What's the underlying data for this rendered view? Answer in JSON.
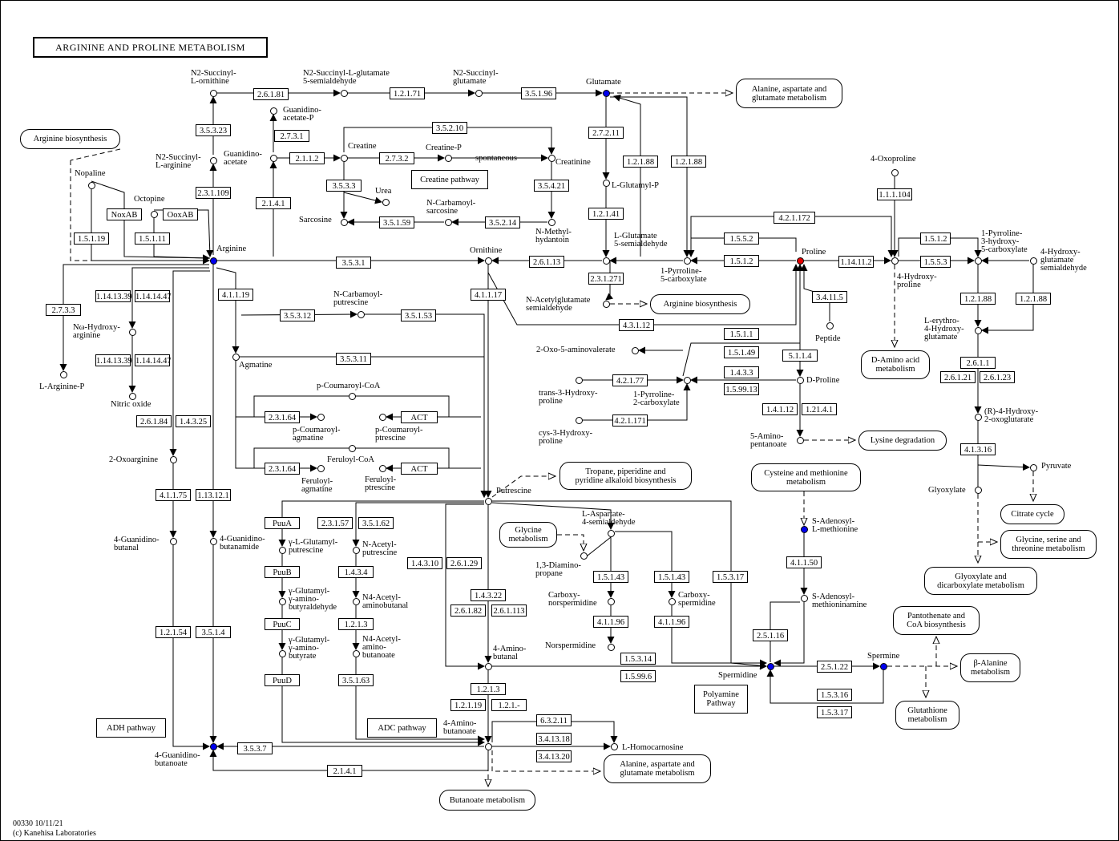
{
  "title": "ARGININE AND PROLINE METABOLISM",
  "footer": {
    "code": "00330 10/11/21",
    "copyright": "(c) Kanehisa Laboratories"
  },
  "colors": {
    "mapped_blue": "#0000ee",
    "mapped_red": "#e60000",
    "line": "#000000"
  },
  "compounds": [
    "N2-Succinyl-\nL-ornithine",
    "N2-Succinyl-L-glutamate\n5-semialdehyde",
    "N2-Succinyl-\nglutamate",
    "Glutamate",
    "Guanidino-\nacetate-P",
    "N2-Succinyl-\nL-arginine",
    "Guanidino-\nacetate",
    "Creatine",
    "Creatine-P",
    "spontaneous",
    "Creatinine",
    "Nopaline",
    "Octopine",
    "Urea",
    "Sarcosine",
    "N-Carbamoyl-\nsarcosine",
    "N-Methyl-\nhydantoin",
    "L-Glutamyl-P",
    "L-Glutamate\n5-semialdehyde",
    "4-Oxoproline",
    "Arginine",
    "Ornithine",
    "1-Pyrroline-\n5-carboxylate",
    "Proline",
    "4-Hydroxy-\nproline",
    "1-Pyrroline-\n3-hydroxy-\n5-carboxylate",
    "4-Hydroxy-\nglutamate\nsemialdehyde",
    "N-Acetylglutamate\nsemialdehyde",
    "Nω-Hydroxy-\narginine",
    "N-Carbamoyl-\nputrescine",
    "Peptide",
    "L-erythro-\n4-Hydroxy-\nglutamate",
    "2-Oxo-5-aminovalerate",
    "L-Arginine-P",
    "Nitric oxide",
    "Agmatine",
    "trans-3-Hydroxy-\nproline",
    "1-Pyrroline-\n2-carboxylate",
    "D-Proline",
    "p-Coumaroyl-CoA",
    "cys-3-Hydroxy-\nproline",
    "(R)-4-Hydroxy-\n2-oxoglutarate",
    "p-Coumaroyl-\nagmatine",
    "p-Coumaroyl-\nptrescine",
    "5-Amino-\npentanoate",
    "Feruloyl-CoA",
    "2-Oxoarginine",
    "Feruloyl-\nagmatine",
    "Feruloyl-\nptrescine",
    "Pyruvate",
    "Putrescine",
    "Glyoxylate",
    "S-Adenosyl-\nL-methionine",
    "L-Aspartate-\n4-semialdehyde",
    "4-Guanidino-\nbutanal",
    "4-Guanidino-\nbutanamide",
    "γ-L-Glutamyl-\nputrescine",
    "N-Acetyl-\nputrescine",
    "1,3-Diamino-\npropane",
    "γ-Glutamyl-\nγ-amino-\nbutyraldehyde",
    "N4-Acetyl-\naminobutanal",
    "Carboxy-\nnorspermidine",
    "Carboxy-\nspermidine",
    "S-Adenosyl-\nmethioninamine",
    "γ-Glutamyl-\nγ-amino-\nbutyrate",
    "N4-Acetyl-\namino-\nbutanoate",
    "Norspermidine",
    "4-Amino-\nbutanal",
    "Spermidine",
    "Spermine",
    "4-Amino-\nbutanoate",
    "L-Homocarnosine",
    "4-Guanidino-\nbutanoate"
  ],
  "enzymes": [
    "2.6.1.81",
    "1.2.1.71",
    "3.5.1.96",
    "2.7.3.1",
    "3.5.2.10",
    "3.5.3.23",
    "2.1.1.2",
    "2.7.3.2",
    "2.7.2.11",
    "1.2.1.88",
    "1.2.1.88",
    "2.3.1.109",
    "3.5.3.3",
    "3.5.4.21",
    "2.1.4.1",
    "1.1.1.104",
    "NoxAB",
    "OoxAB",
    "1.2.1.41",
    "4.2.1.172",
    "3.5.2.14",
    "3.5.1.59",
    "1.5.1.19",
    "1.5.1.11",
    "1.5.5.2",
    "1.5.1.2",
    "3.5.3.1",
    "2.6.1.13",
    "1.5.1.2",
    "1.14.11.2",
    "1.5.5.3",
    "2.7.3.3",
    "2.3.1.271",
    "1.14.13.39",
    "1.14.14.47",
    "4.1.1.19",
    "4.1.1.17",
    "3.4.11.5",
    "1.2.1.88",
    "1.2.1.88",
    "4.3.1.12",
    "3.5.3.12",
    "3.5.1.53",
    "1.5.1.1",
    "1.5.1.49",
    "1.14.13.39",
    "1.14.14.47",
    "5.1.1.4",
    "3.5.3.11",
    "2.6.1.1",
    "4.2.1.77",
    "2.6.1.21",
    "2.6.1.23",
    "1.4.3.3",
    "1.5.99.13",
    "1.4.1.12",
    "1.21.4.1",
    "4.2.1.171",
    "2.3.1.64",
    "ACT",
    "2.6.1.84",
    "1.4.3.25",
    "2.3.1.64",
    "ACT",
    "4.1.3.16",
    "4.1.1.75",
    "1.13.12.1",
    "PuuA",
    "2.3.1.57",
    "3.5.1.62",
    "4.1.1.50",
    "PuuB",
    "1.4.3.4",
    "1.4.3.10",
    "2.6.1.29",
    "1.5.1.43",
    "1.5.1.43",
    "1.5.3.17",
    "1.4.3.22",
    "PuuC",
    "1.2.1.3",
    "2.6.1.82",
    "2.6.1.113",
    "4.1.1.96",
    "4.1.1.96",
    "1.2.1.54",
    "3.5.1.4",
    "2.5.1.16",
    "1.5.3.14",
    "2.5.1.22",
    "PuuD",
    "3.5.1.63",
    "1.5.99.6",
    "1.2.1.3",
    "1.2.1.19",
    "1.2.1.-",
    "1.5.3.16",
    "1.5.3.17",
    "6.3.2.11",
    "3.4.13.18",
    "3.5.3.7",
    "3.4.13.20",
    "2.1.4.1"
  ],
  "pathway_maps": [
    "Alanine, aspartate and\nglutamate metabolism",
    "Arginine biosynthesis",
    "Arginine biosynthesis",
    "D-Amino acid\nmetabolism",
    "Lysine degradation",
    "Tropane, piperidine and\npyridine alkaloid biosynthesis",
    "Cysteine and methionine\nmetabolism",
    "Citrate cycle",
    "Glycine\nmetabolism",
    "Glycine, serine and\nthreonine metabolism",
    "Glyoxylate and\ndicarboxylate metabolism",
    "Pantothenate and\nCoA biosynthesis",
    "β-Alanine\nmetabolism",
    "Glutathione\nmetabolism",
    "Alanine, aspartate and\nglutamate metabolism",
    "Butanoate metabolism"
  ],
  "boxes": [
    "Creatine pathway",
    "ADH pathway",
    "ADC pathway",
    "Polyamine\nPathway"
  ]
}
